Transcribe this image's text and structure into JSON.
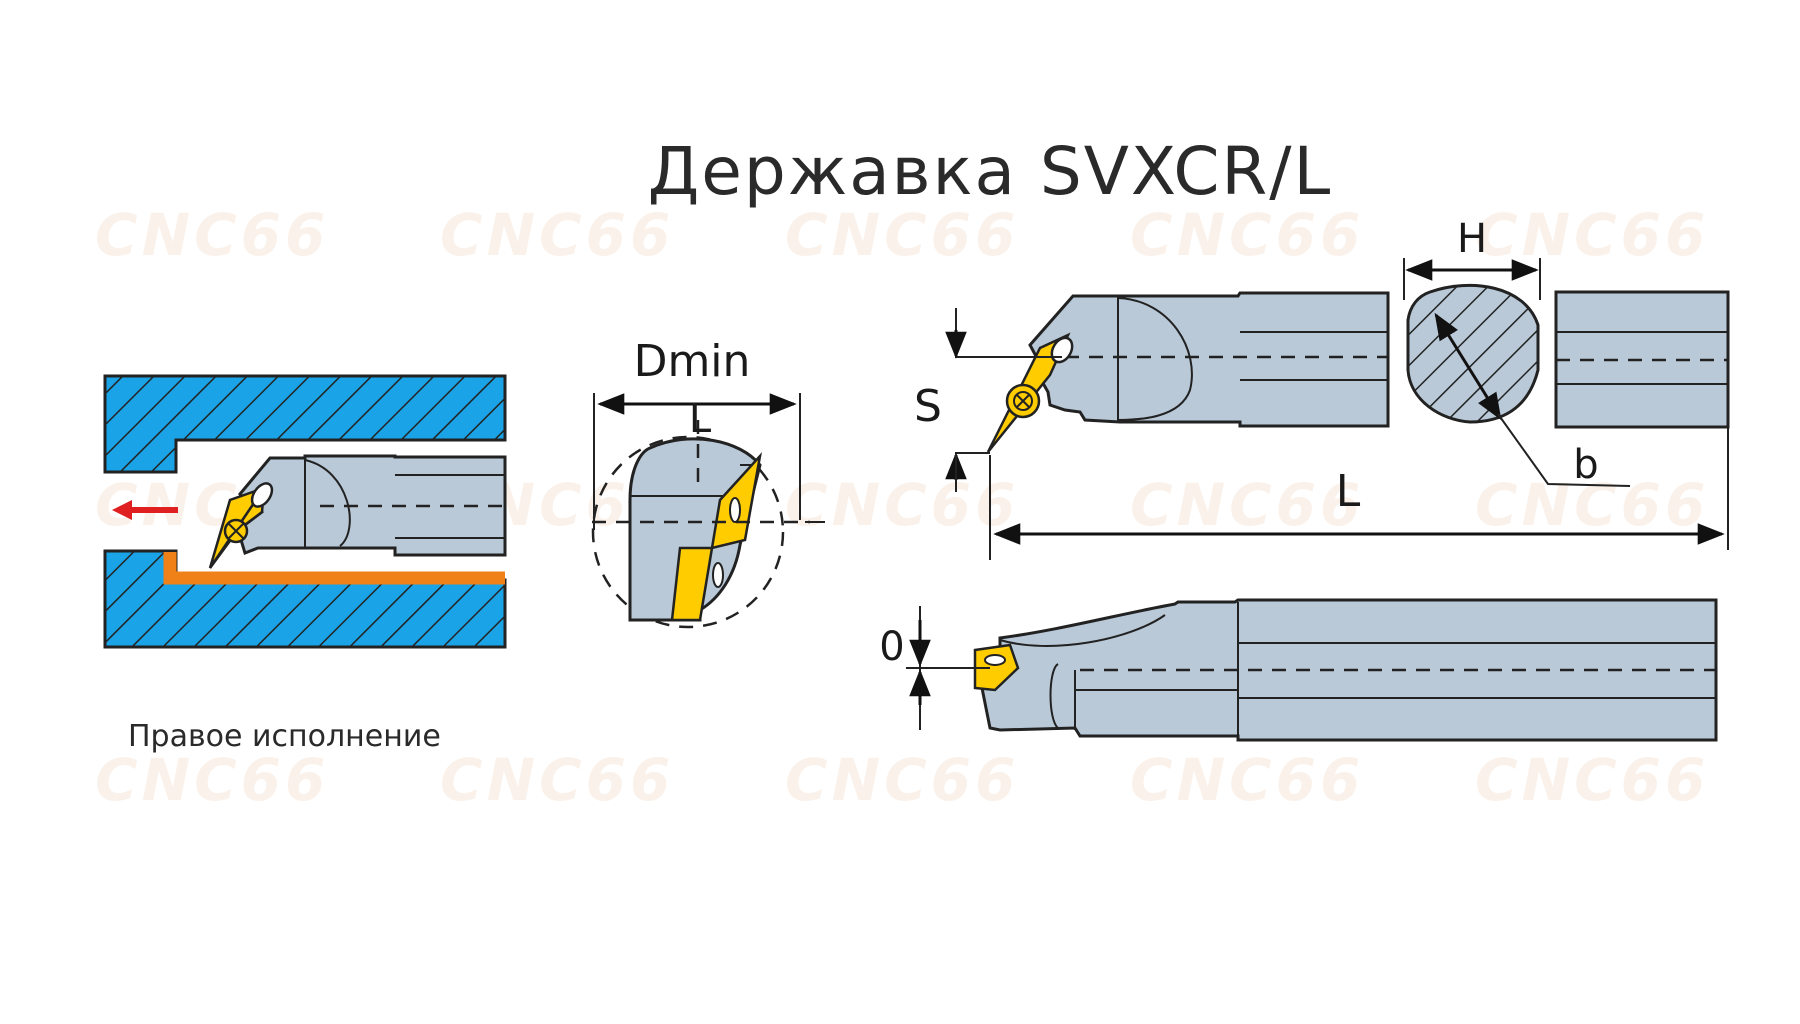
{
  "title": "Державка SVXCR/L",
  "caption": "Правое исполнение",
  "watermark": "CNC66",
  "dimensions": {
    "dmin": "Dmin",
    "l_small": "L",
    "s": "S",
    "l": "L",
    "h": "H",
    "b": "b",
    "o": "0"
  },
  "colors": {
    "steel": "#b9c9d8",
    "workpiece": "#1aa3e6",
    "insert": "#ffcc00",
    "chip": "#f08018",
    "arrow": "#e02020"
  }
}
